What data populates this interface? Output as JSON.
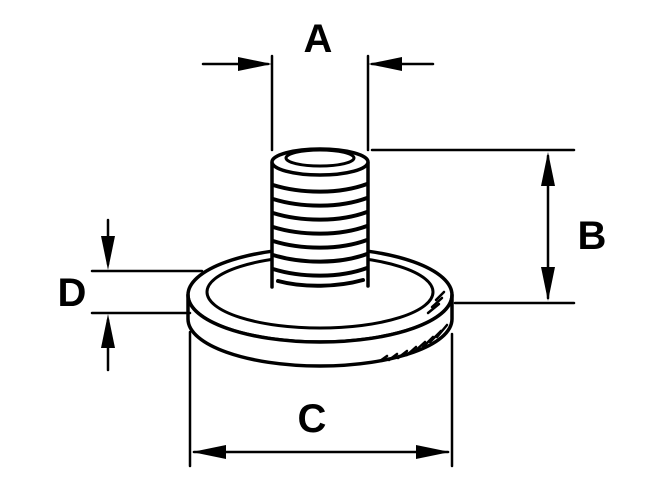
{
  "labels": {
    "A": "A",
    "B": "B",
    "C": "C",
    "D": "D"
  }
}
